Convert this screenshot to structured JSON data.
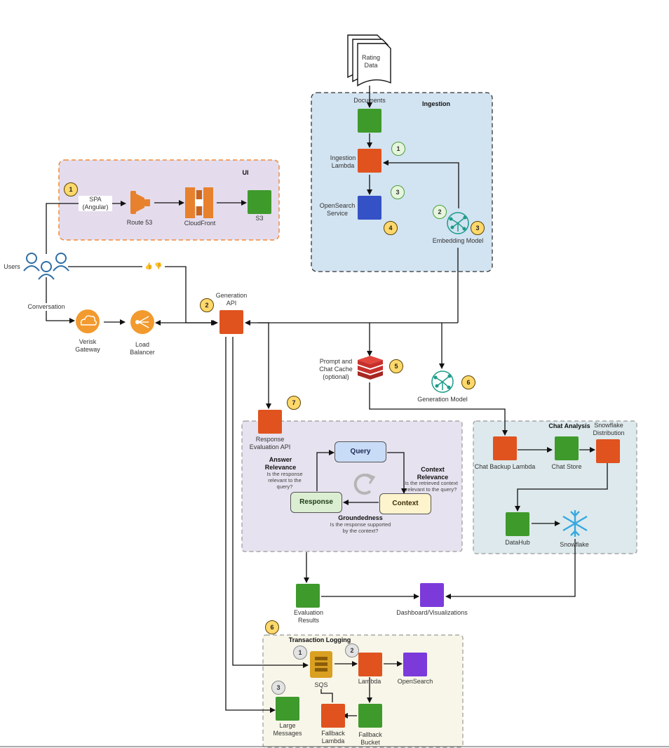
{
  "groups": {
    "ui": "UI",
    "ingestion": "Ingestion",
    "chat_analysis": "Chat Analysis",
    "transaction_logging": "Transaction Logging"
  },
  "nodes": {
    "rating_data": "Rating Data",
    "documents": "Documents",
    "ingestion_lambda": "Ingestion Lambda",
    "opensearch_service": "OpenSearch Service",
    "embedding_model": "Embedding Model",
    "spa": "SPA (Angular)",
    "route53": "Route 53",
    "cloudfront": "CloudFront",
    "s3": "S3",
    "users": "Users",
    "conversation": "Conversation",
    "verisk_gateway": "Verisk Gateway",
    "load_balancer": "Load Balancer",
    "generation_api": "Generation API",
    "prompt_cache": "Prompt and Chat Cache (optional)",
    "generation_model": "Generation Model",
    "response_eval_api": "Response Evaluation API",
    "chat_backup_lambda": "Chat Backup Lambda",
    "chat_store": "Chat Store",
    "snowflake_distribution": "Snowflake Distribution",
    "datahub": "DataHub",
    "snowflake": "Snowflake",
    "evaluation_results": "Evaluation Results",
    "dashboard": "Dashboard/Visualizations",
    "sqs": "SQS",
    "lambda": "Lambda",
    "opensearch": "OpenSearch",
    "large_messages": "Large Messages",
    "fallback_lambda": "Fallback Lambda",
    "fallback_bucket": "Fallback Bucket"
  },
  "feedback": "👍 👎",
  "evaluation": {
    "query": "Query",
    "response": "Response",
    "context": "Context",
    "answer_relevance_title": "Answer Relevance",
    "answer_relevance_desc": "Is the response relevant to the query?",
    "context_relevance_title": "Context Relevance",
    "context_relevance_desc": "Is the retrieved context relevant to the query?",
    "groundedness_title": "Groundedness",
    "groundedness_desc": "Is the response supported by the context?"
  },
  "badges": {
    "ing_1": "1",
    "ing_2": "2",
    "ing_3a": "3",
    "ing_3b": "3",
    "ing_4": "4",
    "ui_1": "1",
    "gen_2": "2",
    "cache_5": "5",
    "model_6": "6",
    "eval_7": "7",
    "log_6": "6",
    "log_1": "1",
    "log_2": "2",
    "log_3": "3"
  },
  "colors": {
    "lambda": "#e0531f",
    "s3": "#3f9a2c",
    "opensearch_service": "#3452c6",
    "analytics": "#7c3adb",
    "users": "#2f6ea5",
    "gateway": "#f29a2e",
    "redis": "#c7302c",
    "ml_model": "#1a9c8a",
    "sqs": "#d9a021",
    "snowflake": "#36a8e0",
    "ingestion_bg": "#d2e3f1",
    "ui_bg": "#e4dcec",
    "eval_bg": "#e6e2ef",
    "chat_bg": "#dde9ec",
    "log_bg": "#f8f6e9",
    "query_fill": "#c9dcf7",
    "response_fill": "#dbeed2",
    "context_fill": "#fdf3cd"
  }
}
